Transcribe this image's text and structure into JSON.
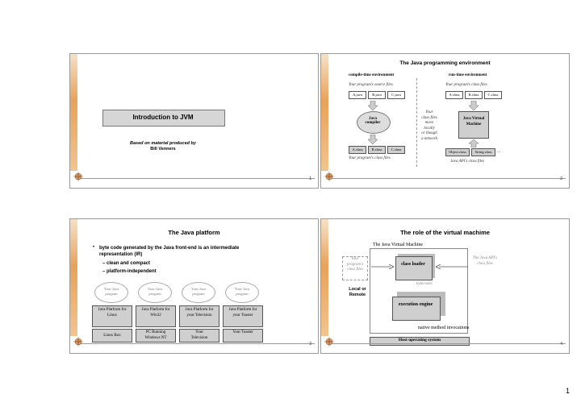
{
  "slides": [
    {
      "number": "1",
      "title": "Introduction to JVM",
      "subtitle_line1": "Based on material produced by",
      "subtitle_line2": "Bill Venners"
    },
    {
      "number": "2",
      "title": "The Java programming environment",
      "compile_label": "compile-time environment",
      "run_label": "run-time environment",
      "source_files_label": "Your program's source files",
      "source_files": [
        "A.java",
        "B.java",
        "C.java"
      ],
      "compiler": "Java compiler",
      "class_files_left": [
        "A.class",
        "B.class",
        "C.class"
      ],
      "class_files_left_label": "Your program's class files",
      "class_files_right_label": "Your program's class files",
      "class_files_right": [
        "A.class",
        "B.class",
        "C.class"
      ],
      "middle_note": [
        "Your",
        "class files",
        "move",
        "locally",
        "or though",
        "a network"
      ],
      "jvm": "Java Virtual Machine",
      "api_files": [
        "Object.class",
        "String.class",
        "..."
      ],
      "api_label": "Java API's class files"
    },
    {
      "number": "3",
      "title": "The Java platform",
      "bullet": "byte code generated by the Java  front-end is an intermediate representation (IR)",
      "subbullets": [
        "clean and compact",
        "platform-independent"
      ],
      "programs": [
        "Your Java program",
        "Your Java program",
        "Your Java program",
        "Your Java program"
      ],
      "platforms": [
        "Java Platform for Linux",
        "Java Platform for Win32",
        "Java Platform for your Television",
        "Java Platform for your Toaster"
      ],
      "os": [
        "Linux Box",
        "PC Running Windows NT",
        "Your Television",
        "Your Toaster"
      ]
    },
    {
      "number": "4",
      "title": "The role of the virtual machime",
      "jvm_label": "The Java Virtual Machine",
      "program_class_files": "Your program's class files",
      "api_class_files": "The Java API's class files",
      "class_loader": "class loader",
      "bytecodes": "bytecodes",
      "local_remote": "Local or Remote",
      "execution_engine": "execution engine",
      "native": "native method invocations",
      "host_os": "Host operating system"
    }
  ],
  "page_number": "1"
}
